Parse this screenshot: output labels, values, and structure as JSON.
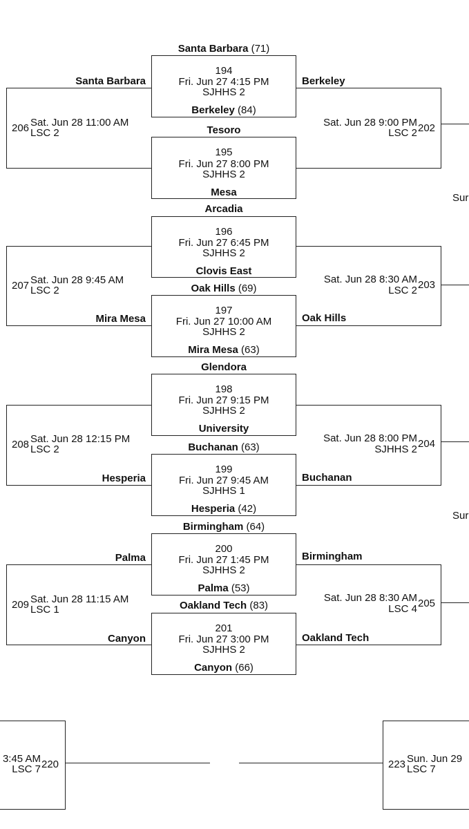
{
  "games": {
    "g194": {
      "number": "194",
      "date": "Fri. Jun 27 4:15 PM",
      "venue": "SJHHS 2",
      "top_team": "Santa Barbara",
      "top_score": "(71)",
      "bottom_team": "Berkeley",
      "bottom_score": "(84)"
    },
    "g195": {
      "number": "195",
      "date": "Fri. Jun 27 8:00 PM",
      "venue": "SJHHS 2",
      "top_team": "Tesoro",
      "bottom_team": "Mesa"
    },
    "g196": {
      "number": "196",
      "date": "Fri. Jun 27 6:45 PM",
      "venue": "SJHHS 2",
      "top_team": "Arcadia",
      "bottom_team": "Clovis East"
    },
    "g197": {
      "number": "197",
      "date": "Fri. Jun 27 10:00 AM",
      "venue": "SJHHS 2",
      "top_team": "Oak Hills",
      "top_score": "(69)",
      "bottom_team": "Mira Mesa",
      "bottom_score": "(63)"
    },
    "g198": {
      "number": "198",
      "date": "Fri. Jun 27 9:15 PM",
      "venue": "SJHHS 2",
      "top_team": "Glendora",
      "bottom_team": "University"
    },
    "g199": {
      "number": "199",
      "date": "Fri. Jun 27 9:45 AM",
      "venue": "SJHHS 1",
      "top_team": "Buchanan",
      "top_score": "(63)",
      "bottom_team": "Hesperia",
      "bottom_score": "(42)"
    },
    "g200": {
      "number": "200",
      "date": "Fri. Jun 27 1:45 PM",
      "venue": "SJHHS 2",
      "top_team": "Birmingham",
      "top_score": "(64)",
      "bottom_team": "Palma",
      "bottom_score": "(53)"
    },
    "g201": {
      "number": "201",
      "date": "Fri. Jun 27 3:00 PM",
      "venue": "SJHHS 2",
      "top_team": "Oakland Tech",
      "top_score": "(83)",
      "bottom_team": "Canyon",
      "bottom_score": "(66)"
    }
  },
  "left": {
    "g206": {
      "number": "206",
      "date": "Sat. Jun 28 11:00 AM",
      "venue": "LSC 2",
      "top_team": "Santa Barbara",
      "bottom_team": ""
    },
    "g207": {
      "number": "207",
      "date": "Sat. Jun 28 9:45 AM",
      "venue": "LSC 2",
      "top_team": "",
      "bottom_team": "Mira Mesa"
    },
    "g208": {
      "number": "208",
      "date": "Sat. Jun 28 12:15 PM",
      "venue": "LSC 2",
      "top_team": "",
      "bottom_team": "Hesperia"
    },
    "g209": {
      "number": "209",
      "date": "Sat. Jun 28 11:15 AM",
      "venue": "LSC 1",
      "top_team": "Palma",
      "bottom_team": "Canyon"
    }
  },
  "right": {
    "g202": {
      "number": "202",
      "date": "Sat. Jun 28 9:00 PM",
      "venue": "LSC 2",
      "top_team": "Berkeley",
      "bottom_team": ""
    },
    "g203": {
      "number": "203",
      "date": "Sat. Jun 28 8:30 AM",
      "venue": "LSC 2",
      "top_team": "Oak Hills",
      "bottom_team": ""
    },
    "g204": {
      "number": "204",
      "date": "Sat. Jun 28 8:00 PM",
      "venue": "SJHHS 2",
      "top_team": "Buchanan",
      "bottom_team": ""
    },
    "g205": {
      "number": "205",
      "date": "Sat. Jun 28 8:30 AM",
      "venue": "LSC 4",
      "top_team": "Birmingham",
      "bottom_team": "Oakland Tech"
    }
  },
  "edge": {
    "right_cut_1": "Sur",
    "right_cut_2": "Sur"
  },
  "bottom": {
    "g220": {
      "number": "220",
      "date": "3:45 AM",
      "venue": "LSC 7"
    },
    "g223": {
      "number": "223",
      "date": "Sun. Jun 29",
      "venue": "LSC 7"
    }
  }
}
